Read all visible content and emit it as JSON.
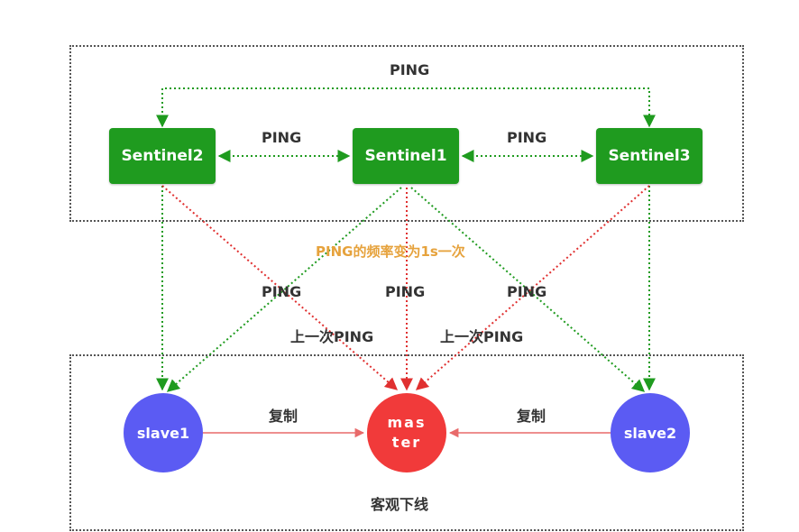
{
  "nodes": {
    "sentinel1": "Sentinel1",
    "sentinel2": "Sentinel2",
    "sentinel3": "Sentinel3",
    "master": "master",
    "slave1": "slave1",
    "slave2": "slave2"
  },
  "labels": {
    "ping_top": "PING",
    "ping_sentinel_left": "PING",
    "ping_sentinel_right": "PING",
    "ping_frequency_note": "PING的频率变为1s一次",
    "ping_to_slave1": "PING",
    "ping_to_master": "PING",
    "ping_to_slave2": "PING",
    "last_ping_left": "上一次PING",
    "last_ping_right": "上一次PING",
    "replicate_left": "复制",
    "replicate_right": "复制",
    "objective_down": "客观下线"
  },
  "colors": {
    "sentinel": "#1f9b1f",
    "slave": "#5b5bf3",
    "master": "#f13a3a",
    "ping_link": "#1f9b1f",
    "last_ping_link": "#e03030",
    "replication_link": "#e86a6a",
    "frequency_note": "#e6a23c"
  }
}
